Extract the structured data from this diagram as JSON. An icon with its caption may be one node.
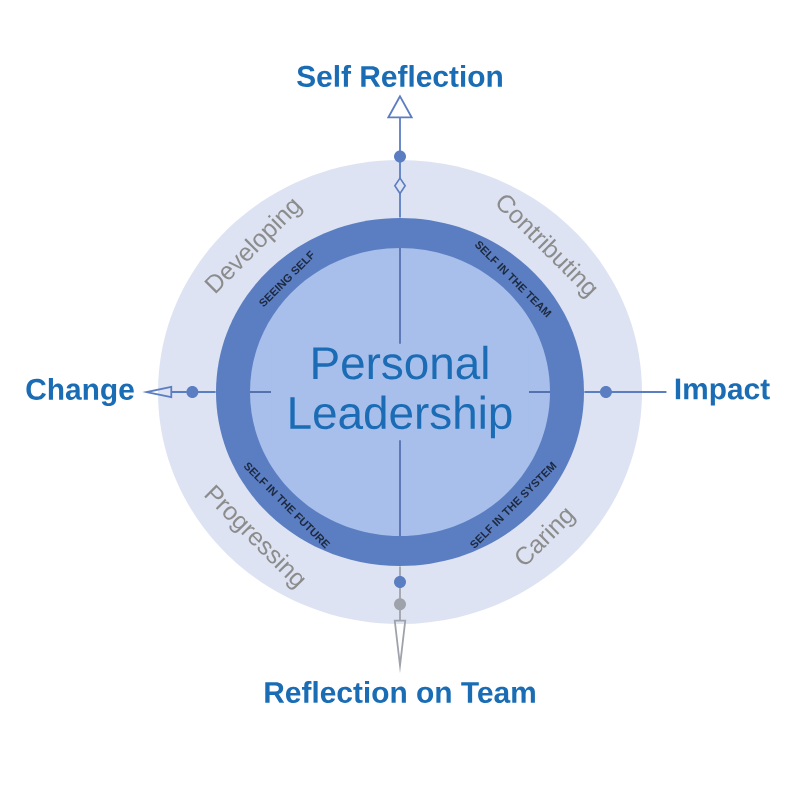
{
  "diagram": {
    "nodes": [
      {
        "text": [
          "Self Reflection"
        ]
      },
      {
        "text": [
          "Developing",
          "Contributing",
          "Progressing",
          "Caring"
        ]
      },
      {
        "text": [
          "SEEING SELF",
          "SELF IN THE TEAM",
          "SELF IN THE FUTURE",
          "SELF IN THE SYSTEM"
        ],
        "in": 1
      },
      {
        "text": [
          "Personal Leadership"
        ],
        "in": 2
      },
      {
        "text": [
          "Change"
        ]
      },
      {
        "text": [
          "Impact"
        ]
      },
      {
        "text": [
          "Reflection on Team"
        ]
      }
    ],
    "edges": [
      {
        "from": 2,
        "to": 0,
        "arrow": "to"
      },
      {
        "from": 2,
        "to": 4,
        "arrow": "to"
      },
      {
        "from": 2,
        "to": 5,
        "arrow": "none"
      },
      {
        "from": 2,
        "to": 6,
        "arrow": "to",
        "color": "#9ea3ab"
      }
    ]
  }
}
